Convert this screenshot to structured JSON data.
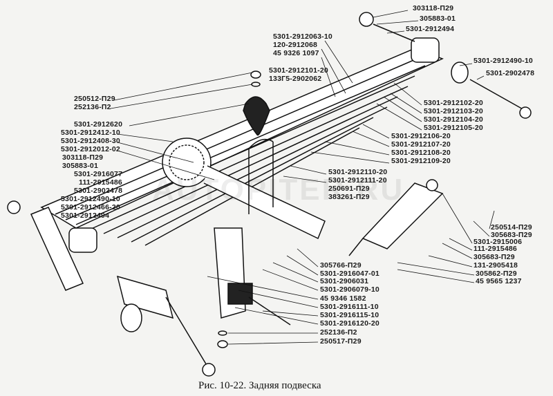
{
  "watermark": "AUTOPITER.RU",
  "caption": "Рис. 10-22. Задняя подвеска",
  "top_right": [
    "303118-П29",
    "305883-01",
    "5301-2912494",
    "5301-2912490-10",
    "5301-2902478"
  ],
  "top_center": [
    "5301-2912063-10",
    "120-2912068",
    "45 9326 1097",
    "5301-2912101-20",
    "133Г5-2902062"
  ],
  "left": [
    "250512-П29",
    "252136-П2",
    "5301-2912620",
    "5301-2912412-10",
    "5301-2912408-30",
    "5301-2912012-02",
    "303118-П29",
    "305883-01",
    "5301-2916077",
    "111-2915486",
    "5301-2902478",
    "5301-2912490-10",
    "5301-2912466-20",
    "5301-2912494"
  ],
  "right_spring": [
    "5301-2912102-20",
    "5301-2912103-20",
    "5301-2912104-20",
    "5301-2912105-20",
    "5301-2912106-20",
    "5301-2912107-20",
    "5301-2912108-20",
    "5301-2912109-20",
    "5301-2912110-20",
    "5301-2912111-20",
    "250691-П29",
    "383261-П29"
  ],
  "shock": [
    "250514-П29",
    "305683-П29",
    "5301-2915006",
    "111-2915486",
    "305683-П29",
    "131-2905418",
    "305862-П29",
    "45 9565 1237"
  ],
  "bottom": [
    "305766-П29",
    "5301-2916047-01",
    "5301-2906031",
    "5301-2906079-10",
    "45 9346 1582",
    "5301-2916111-10",
    "5301-2916115-10",
    "5301-2916120-20",
    "252136-П2",
    "250517-П29"
  ]
}
